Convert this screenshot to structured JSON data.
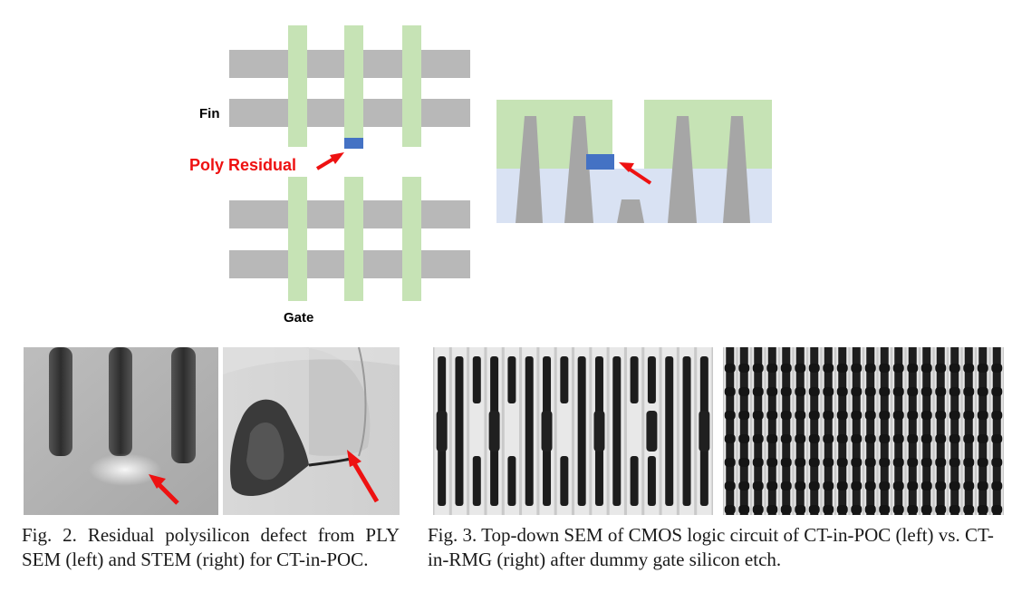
{
  "diagram": {
    "fin_label": "Fin",
    "gate_label": "Gate",
    "defect_label": "Poly Residual",
    "colors": {
      "fin": "#b8b8b8",
      "gate": "#c6e3b5",
      "residual": "#4472c4",
      "arrow": "#ee1111",
      "cross_fill_top": "#c6e3b5",
      "cross_fill_bottom": "#d9e2f3",
      "cross_fin": "#a6a6a6"
    }
  },
  "figures": {
    "fig2": {
      "caption": "Fig. 2. Residual polysilicon defect from PLY SEM (left) and STEM (right) for CT-in-POC."
    },
    "fig3": {
      "caption": "Fig. 3. Top-down SEM of CMOS logic circuit of CT-in-POC (left) vs. CT-in-RMG (right) after dummy gate silicon etch."
    }
  }
}
